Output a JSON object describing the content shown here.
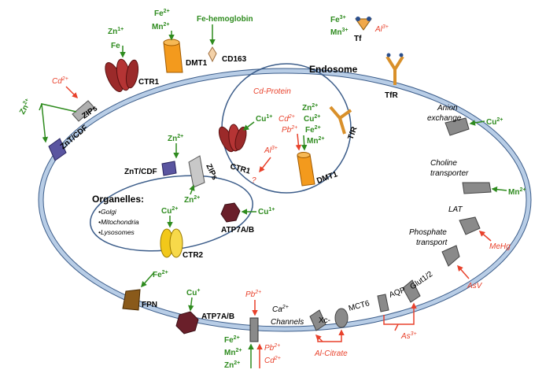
{
  "labels": {
    "endosome": "Endosome",
    "cd_protein": "Cd-Protein",
    "organelles": "Organelles:",
    "golgi": "•Golgi",
    "mitochondria": "•Mitochondria",
    "lysosomes": "•Lysosomes",
    "ctr1": "CTR1",
    "dmt1": "DMT1",
    "cd163": "CD163",
    "fe_hemoglobin": "Fe-hemoglobin",
    "tf": "Tf",
    "tfr": "TfR",
    "zips": "ZIPs",
    "znt_cdf": "ZnT/CDF",
    "anion_exchange_1": "Anion",
    "anion_exchange_2": "exchange",
    "choline_1": "Choline",
    "choline_2": "transporter",
    "lat": "LAT",
    "phosphate_1": "Phosphate",
    "phosphate_2": "transport",
    "glut": "Glut1/2",
    "aqp": "AQP",
    "mct6": "MCT6",
    "xc": "Xc-",
    "ca_channels_1": "Channels",
    "ctr2": "CTR2",
    "atp7ab": "ATP7A/B",
    "fpn": "FPN",
    "question": "?"
  },
  "ions": {
    "zn1": "Zn",
    "zn1_sup": "1+",
    "fe": "Fe",
    "fe2": "Fe",
    "fe2_sup": "2+",
    "mn2": "Mn",
    "mn2_sup": "2+",
    "fe3": "Fe",
    "fe3_sup": "3+",
    "mn3": "Mn",
    "mn3_sup": "3+",
    "al3": "Al",
    "al3_sup": "3+",
    "cd2": "Cd",
    "cd2_sup": "2+",
    "zn2": "Zn",
    "zn2_sup": "2+",
    "cu1": "Cu",
    "cu1_sup": "1+",
    "cu2": "Cu",
    "cu2_sup": "2+",
    "pb2": "Pb",
    "pb2_sup": "2+",
    "ca2": "Ca",
    "ca2_sup": "2+",
    "cu_plus": "Cu",
    "cu_plus_sup": "+",
    "mehg": "MeHg",
    "asv": "AsV",
    "as3": "As",
    "as3_sup": "3+",
    "al_citrate": "Al-Citrate"
  },
  "colors": {
    "membrane": "#b8cde6",
    "membrane_edge": "#3c5d8a",
    "essential": "#2e8b1e",
    "toxic": "#e8412b",
    "ctr1": "#9b2a2a",
    "dmt1": "#f39a1d",
    "znt": "#5a55a0",
    "gray": "#9a9a9a",
    "atp7": "#6a1f2a",
    "ctr2": "#f2c81a",
    "fpn": "#8a5a1a"
  }
}
